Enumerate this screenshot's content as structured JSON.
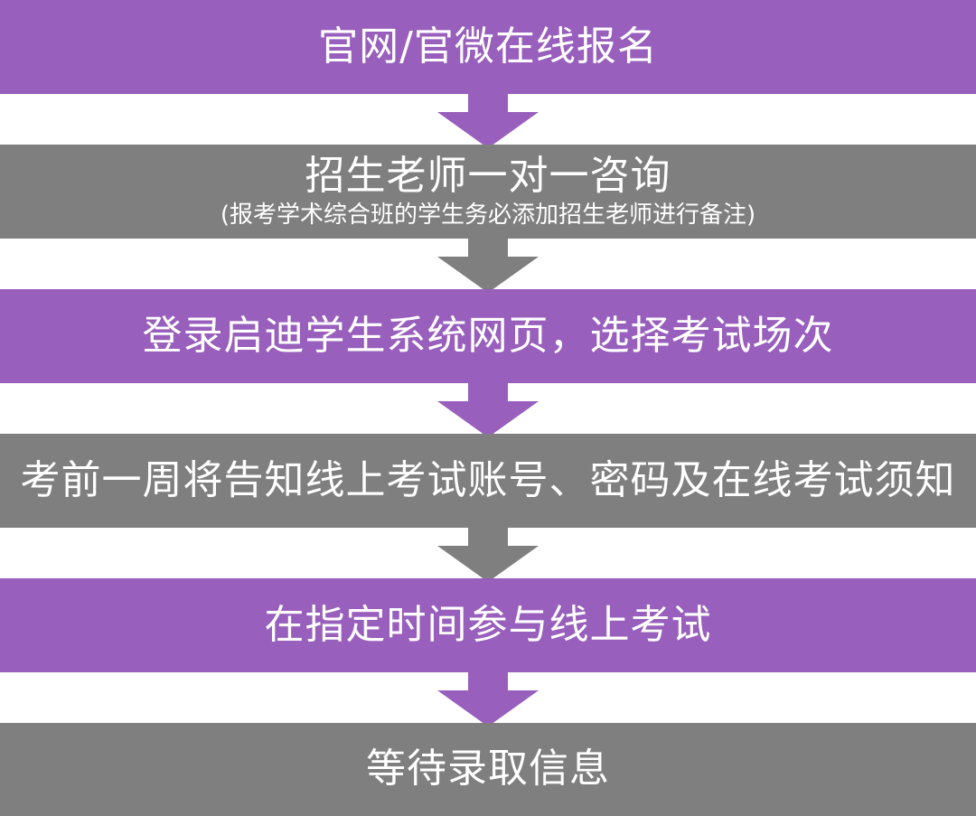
{
  "colors": {
    "purple": "#985fbd",
    "gray": "#7f7f7f"
  },
  "steps": [
    {
      "label": "官网/官微在线报名",
      "sub": "",
      "color": "purple"
    },
    {
      "label": "招生老师一对一咨询",
      "sub": "(报考学术综合班的学生务必添加招生老师进行备注)",
      "color": "gray"
    },
    {
      "label": "登录启迪学生系统网页，选择考试场次",
      "sub": "",
      "color": "purple"
    },
    {
      "label": "考前一周将告知线上考试账号、密码及在线考试须知",
      "sub": "",
      "color": "gray"
    },
    {
      "label": "在指定时间参与线上考试",
      "sub": "",
      "color": "purple"
    },
    {
      "label": "等待录取信息",
      "sub": "",
      "color": "gray"
    }
  ]
}
